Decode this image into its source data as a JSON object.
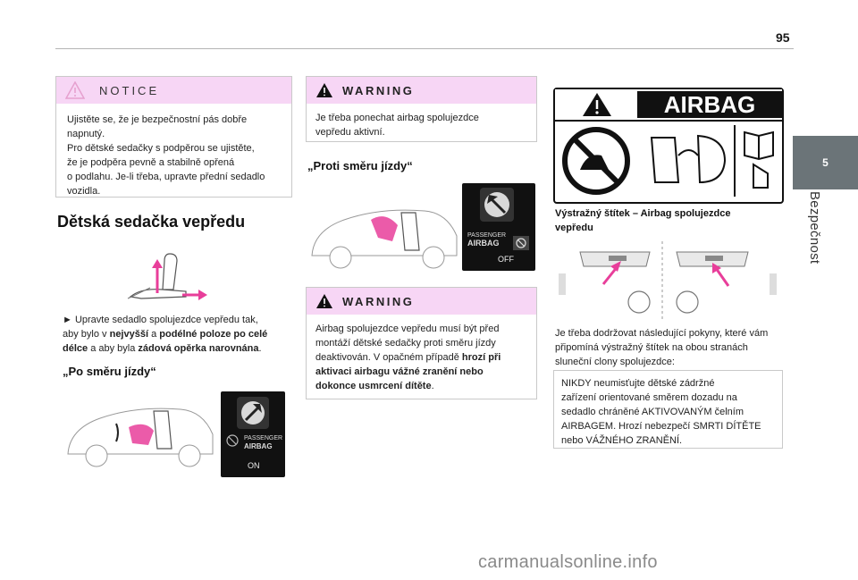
{
  "page": {
    "number": "95"
  },
  "chapter": {
    "tab_number": "5",
    "label": "Bezpečnost"
  },
  "notice": {
    "title": "NOTICE",
    "lines": [
      "Ujistěte se, že je bezpečnostní pás dobře",
      "napnutý.",
      "Pro dětské sedačky s podpěrou se ujistěte,",
      "že je podpěra pevně a stabilně opřená",
      "o podlahu. Je-li třeba, upravte přední sedadlo",
      "vozidla."
    ]
  },
  "front_seat": {
    "heading": "Dětská sedačka vepředu",
    "instruction": {
      "line1": "► Upravte sedadlo spolujezdce vepředu tak,",
      "line2_a": "aby bylo v ",
      "line2_b": "nejvyšší",
      "line2_c": " a ",
      "line2_d": "podélné poloze po celé",
      "line3_a": "délce",
      "line3_b": " a aby byla ",
      "line3_c": "zádová opěrka narovnána",
      "line3_d": "."
    },
    "forward_heading": "„Po směru jízdy“"
  },
  "warning1": {
    "title": "WARNING",
    "lines": [
      "Je třeba ponechat airbag spolujezdce",
      "vepředu aktivní."
    ]
  },
  "rear_facing": {
    "heading": "„Proti směru jízdy“"
  },
  "warning2": {
    "title": "WARNING",
    "line1": "Airbag spolujezdce vepředu musí být před",
    "line2": "montáží dětské sedačky proti směru jízdy",
    "line3": "deaktivován. V opačném případě ",
    "line3_bold": "hrozí při",
    "line4_bold": "aktivaci airbagu vážné zranění nebo",
    "line5_bold": "dokonce usmrcení dítěte",
    "line5_end": "."
  },
  "panel_on": {
    "label1": "PASSENGER",
    "label2": "AIRBAG",
    "state": "ON"
  },
  "panel_off": {
    "label1": "PASSENGER",
    "label2": "AIRBAG",
    "state": "OFF"
  },
  "airbag_label": {
    "banner": "AIRBAG",
    "caption_line1": "Výstražný štítek – Airbag spolujezdce",
    "caption_line2": "vepředu"
  },
  "sun_visor": {
    "text_lines": [
      "Je třeba dodržovat následující pokyny, které vám",
      "připomíná výstražný štítek na obou stranách",
      "sluneční clony spolujezdce:"
    ]
  },
  "never_note": {
    "lines": [
      "NIKDY neumisťujte dětské zádržné",
      "zařízení orientované směrem dozadu na",
      "sedadlo chráněné AKTIVOVANÝM čelním",
      "AIRBAGEM. Hrozí nebezpečí SMRTI DÍTĚTE",
      "nebo VÁŽNÉHO ZRANĚNÍ."
    ]
  },
  "footer": {
    "watermark": "carmanualsonline.info"
  },
  "colors": {
    "accent_pink": "#f7d6f5",
    "arrow_pink": "#e83e9a",
    "chapter_tab": "#6b7478"
  }
}
